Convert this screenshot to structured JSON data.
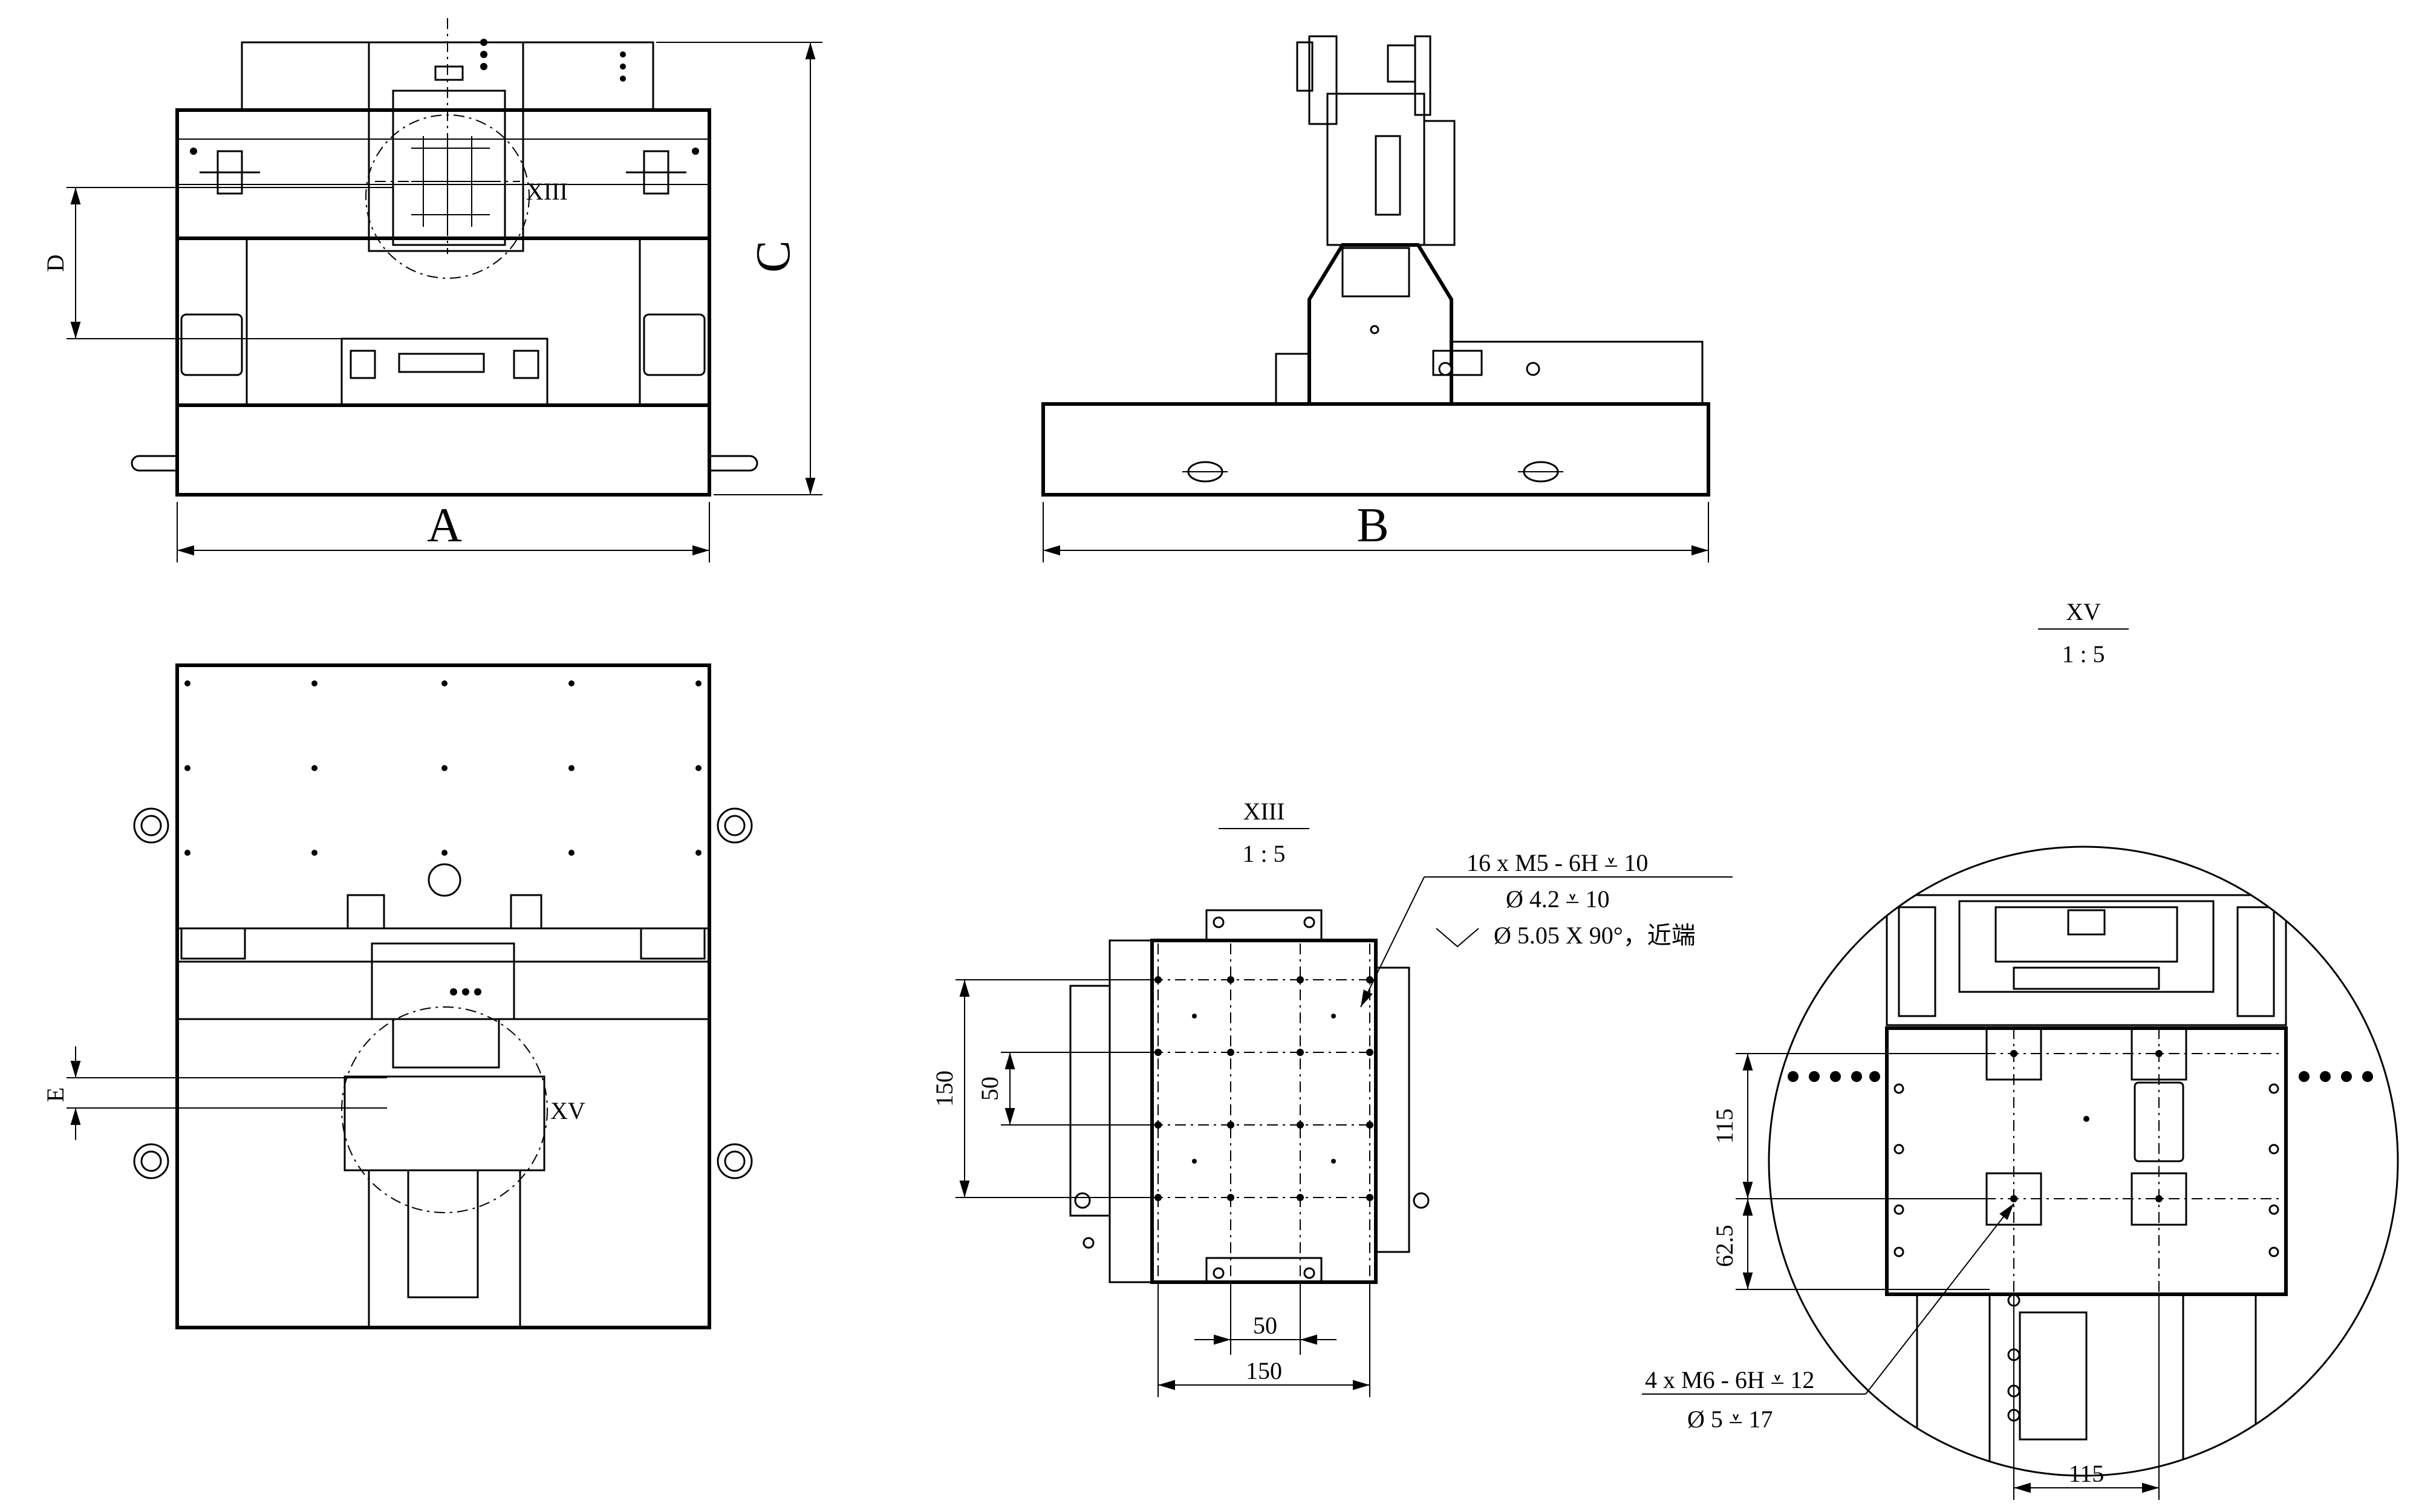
{
  "labels": {
    "dim_A": "A",
    "dim_B": "B",
    "dim_C": "C",
    "dim_D": "D",
    "dim_E": "E",
    "callout_xiii": "XIII",
    "callout_xv": "XV"
  },
  "detail_xiii": {
    "name": "XIII",
    "scale": "1 : 5",
    "dims": {
      "height_150": "150",
      "pitch_50_v": "50",
      "pitch_50_h": "50",
      "width_150": "150"
    },
    "note": {
      "line1": "16 x  M5 - 6H ⩡ 10",
      "line2": "Ø  4.2 ⩡ 10",
      "line3": "Ø  5.05 X 90°，近端"
    }
  },
  "detail_xv": {
    "name": "XV",
    "scale": "1 : 5",
    "dims": {
      "height_115": "115",
      "height_62_5": "62.5",
      "width_115": "115"
    },
    "note": {
      "line1": "4 x  M6 - 6H ⩡ 12",
      "line2": "Ø  5 ⩡ 17"
    }
  }
}
